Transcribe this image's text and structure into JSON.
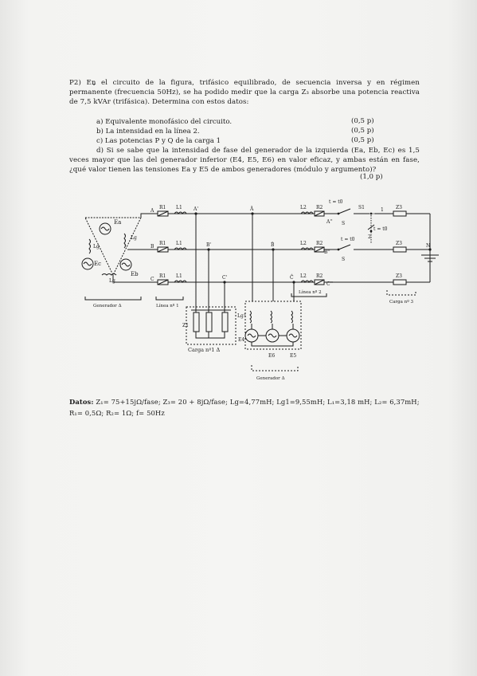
{
  "problem": {
    "header": "P2) En el circuito de la figura, trifásico equilibrado, de secuencia inversa y en régimen permanente (frecuencia 50Hz), se ha podido medir que la carga Z₃ absorbe una potencia reactiva de 7,5 kVAr (trifásica). Determina con estos datos:",
    "items": [
      {
        "text": "a) Equivalente monofásico del circuito.",
        "points": "(0,5 p)"
      },
      {
        "text": "b) La intensidad en la línea 2.",
        "points": "(0,5 p)"
      },
      {
        "text": "c) Las potencias P y Q de la carga 1",
        "points": "(0,5 p)"
      }
    ],
    "item_d": "d) Si se sabe que la intensidad de fase del generador de la izquierda (Ea, Eb, Ec) es 1,5 veces mayor que las del generador inferior (E4, E5, E6) en valor eficaz, y ambas están en fase, ¿qué valor tienen las tensiones Ea y E5 de ambos generadores (módulo y argumento)?",
    "item_d_points": "(1,0 p)"
  },
  "datos": {
    "label": "Datos:",
    "text": "Z₁= 75+15jΩ/fase; Z₃= 20 + 8jΩ/fase; Lg=4,77mH; Lg1=9,55mH; L₁=3,18 mH; L₂= 6,37mH; R₁= 0,5Ω; R₂= 1Ω; f= 50Hz"
  },
  "circuit": {
    "labels": {
      "ea": "Ea",
      "eb": "Eb",
      "ec": "Ec",
      "lg": "Lg",
      "a": "A",
      "b": "B",
      "c": "C",
      "r1": "R1",
      "l1": "L1",
      "a1": "A'",
      "b1": "B'",
      "c1": "C'",
      "ahat": "Â",
      "bhat": "B̂",
      "chat": "Ĉ",
      "l2": "L2",
      "r2": "R2",
      "a2": "A''",
      "b2": "B''",
      "c2": "C''",
      "s1": "S1",
      "s": "S",
      "t0": "t = t0",
      "t0b": "t = t0",
      "t0c": "t = t0",
      "n1": "1",
      "n2": "2",
      "z3": "Z3",
      "n": "N",
      "z1": "Z1",
      "lg1": "Lg1",
      "e4": "E4",
      "e5": "E5",
      "e6": "E6",
      "gen1": "Generador Δ",
      "linea1": "Línea nº 1",
      "carga1": "Carga nº1 Δ",
      "gen2": "Generador Δ",
      "linea2": "Línea nº 2",
      "carga3": "Carga nº 3"
    }
  }
}
